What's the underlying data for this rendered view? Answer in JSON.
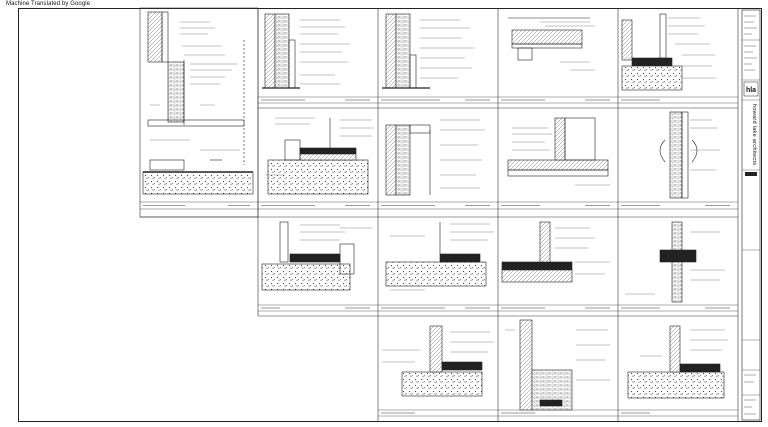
{
  "page": {
    "machine_translation_label": "Machine Translated by Google"
  },
  "title_block": {
    "logo_text": "hla",
    "firm_name": "howard lake architects"
  },
  "colors": {
    "line": "#222222",
    "hatch": "#555555",
    "paper": "#ffffff"
  }
}
